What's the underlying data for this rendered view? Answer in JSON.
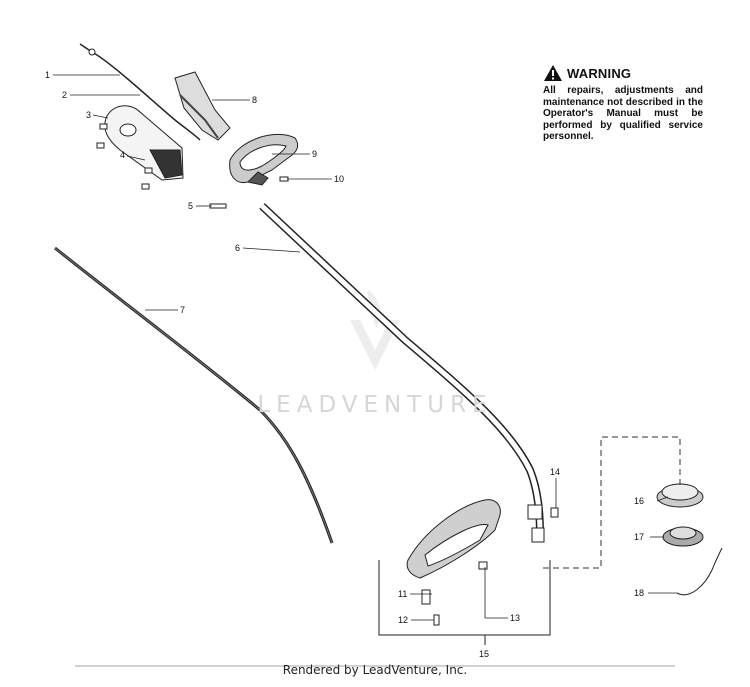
{
  "warning": {
    "title": "WARNING",
    "body": "All repairs, adjustments and maintenance not described in the Operator's Manual must be performed by qualified service personnel."
  },
  "watermark": "LEADVENTURE",
  "footer": "Rendered by LeadVenture, Inc.",
  "callouts": [
    "1",
    "2",
    "3",
    "4",
    "5",
    "6",
    "7",
    "8",
    "9",
    "10",
    "11",
    "12",
    "13",
    "14",
    "15",
    "16",
    "17",
    "18"
  ],
  "icons": [
    "warning-triangle-icon",
    "leadventure-logo-icon"
  ]
}
